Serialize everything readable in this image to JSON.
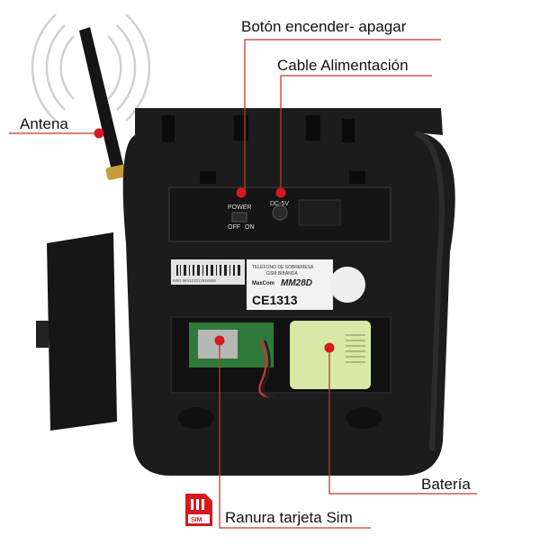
{
  "labels": {
    "antena": "Antena",
    "boton": "Botón encender- apagar",
    "cable": "Cable Alimentación",
    "bateria": "Batería",
    "ranura": "Ranura tarjeta Sim"
  },
  "device": {
    "power_label": "POWER",
    "off_label": "OFF",
    "on_label": "ON",
    "dc_label": "DC-5V",
    "sticker_line1": "TELÉFONO DE SOBREMESA",
    "sticker_line2": "GSM BIBANDA",
    "model": "MM28D",
    "brand": "MaxCom",
    "ce_mark": "CE1313",
    "imei_text": "IMEI 864121012916566"
  },
  "sim_icon_text": "SIM",
  "colors": {
    "leader_line": "#c0392b",
    "marker": "#d7191f",
    "device_body": "#1c1c1c",
    "battery": "#d6e9a6"
  }
}
